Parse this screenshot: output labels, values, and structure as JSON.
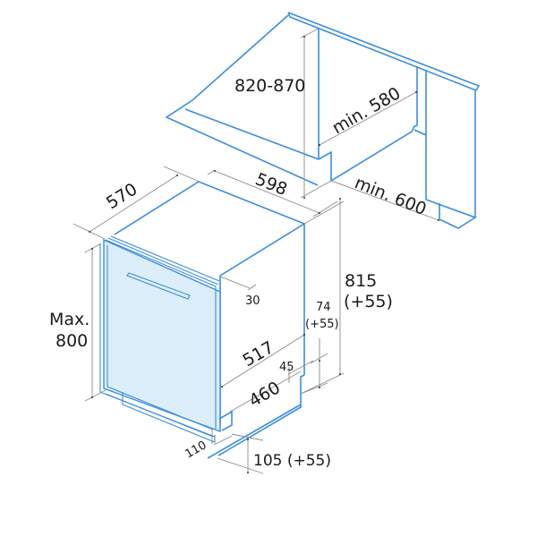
{
  "diagram": {
    "subject": "Built-in dishwasher installation dimensions",
    "colors": {
      "outline": "#3a8ee0",
      "door_fill": "#ddeefb",
      "dimension_line": "#8c8c8c",
      "text": "#1a1a1a",
      "background": "#ffffff"
    },
    "niche": {
      "height_label": "820-870",
      "depth_label": "min. 580",
      "width_label": "min. 600"
    },
    "appliance": {
      "depth_label": "570",
      "width_label": "598",
      "height_label_line1": "815",
      "height_label_line2": "(+55)",
      "door_height_label_line1": "Max.",
      "door_height_label_line2": "800",
      "door_offset_label": "30",
      "plinth_depth_upper_label": "517",
      "plinth_depth_lower_label": "460",
      "foot_height_label_line1": "74",
      "foot_height_label_line2": "(+55)",
      "foot_gap_label": "45",
      "plinth_recess_label": "110",
      "plinth_height_label": "105 (+55)"
    }
  }
}
